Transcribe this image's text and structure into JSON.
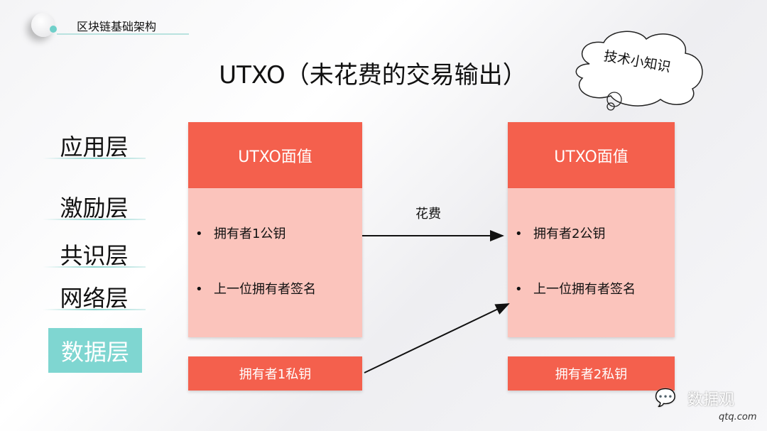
{
  "header": {
    "breadcrumb": "区块链基础架构",
    "title": "UTXO（未花费的交易输出）"
  },
  "callout": {
    "text": "技术小知识"
  },
  "layers": [
    "应用层",
    "激励层",
    "共识层",
    "网络层",
    "数据层"
  ],
  "active_layer": "数据层",
  "left_utxo": {
    "header": "UTXO面值",
    "bullets": [
      "拥有者1公钥",
      "上一位拥有者签名"
    ],
    "key": "拥有者1私钥"
  },
  "right_utxo": {
    "header": "UTXO面值",
    "bullets": [
      "拥有者2公钥",
      "上一位拥有者签名"
    ],
    "key": "拥有者2私钥"
  },
  "arrow_label": "花费",
  "watermark": {
    "name": "数据观",
    "url": "qtq.com"
  },
  "colors": {
    "accent": "#f4604d",
    "body": "#fbc4bc",
    "teal": "#7fd6d1"
  }
}
